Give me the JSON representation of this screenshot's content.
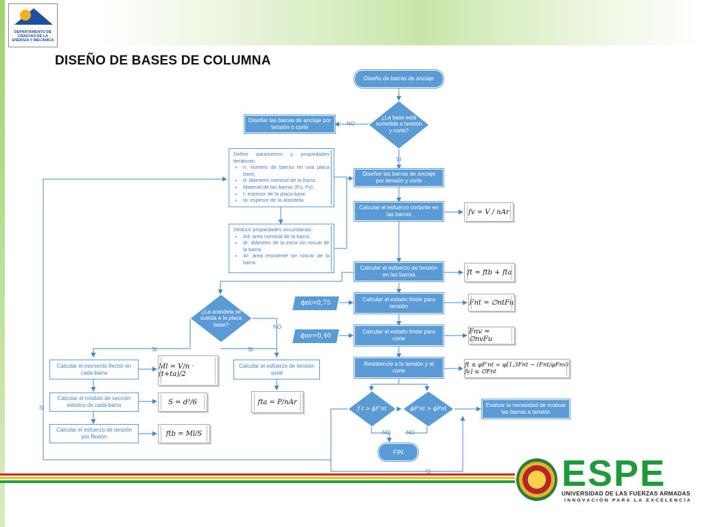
{
  "title": "DISEÑO DE BASES DE COLUMNA",
  "colors": {
    "accent": "#5b9bd5",
    "line": "#4a86c5",
    "brand_green": "#1f9a3a"
  },
  "logo_left": {
    "text": "DEPARTAMENTO DE CIENCIAS DE LA ENERGÍA Y MECÁNICA"
  },
  "logo_right": {
    "word": "ESPE",
    "subtitle": "UNIVERSIDAD DE LAS FUERZAS ARMADAS",
    "tagline": "INNOVACIÓN PARA LA EXCELENCIA"
  },
  "flow": {
    "start": "Diseño de barras de anclaje",
    "decision_tension": "¿La base está sometida a tensión y corte?",
    "no_design": "Diseñar las barras de anclaje por tensión o corte",
    "params_heading": "Definir parámetros y propiedades iterativas:",
    "params": [
      "n: número de barras en una placa base.",
      "d: diámetro nominal de la barra.",
      "Material de las barras (Fu, Fy).",
      "t: espesor de la placa base.",
      "ta: espesor de la arandela."
    ],
    "secondary_heading": "Deducir propiedades secundarias:",
    "secondary": [
      "Ad: área nominal de la barra..",
      "dr: diámetro de la zona sin roscar de la barra.",
      "Ar: área resistente sin roscar de la barra."
    ],
    "design_both": "Diseñar las barras de anclaje por tensión y corte",
    "shear_stress": "Calcular el esfuerzo cortante en las barras",
    "tension_stress": "Calcular el esfuerzo de tensión en las barras",
    "limit_tension": "Calcular el estado límite para tensión",
    "limit_shear": "Calcular el estado límite para corte",
    "resistance": "Resistencia a la tensión y al corte",
    "decision_ft": "f t > ϕF'nt",
    "decision_phi": "ϕF'nt > ϕFnt",
    "evaluate": "Evaluar la necesidad de evaluar las barras a tensión",
    "end": "FIN",
    "decision_washer": "¿La arandela se suelda a la placa base?",
    "bending_moment": "Calcular el momento flector en cada barra",
    "section_modulus": "Calcular el módulo de sección elástico de cada barra",
    "flexural_tension": "Calcular el esfuerzo de tensión por flexión",
    "axial_tension": "Calcular el esfuerzo de tensión axial",
    "phi_nt": "ϕnt=0,75",
    "phi_nv": "ϕnv=0,40"
  },
  "formulas": {
    "fv": "fv = V / nAr",
    "ft": "ft = ftb + fta",
    "fnt": "Fnt = ∅ntFu",
    "fnv": "Fnv = ∅nvFu",
    "interaction": "ft ≤ φF'nt = φ[1,3Fnt − (Fnt/φFnv) fv] ≤ ∅Fnt",
    "ml": "Ml = V/n · (t+ta)/2",
    "s": "S = d³/6",
    "ftb": "ftb = Ml/S",
    "fta": "fta = P/nAr"
  },
  "labels": {
    "si": "SI",
    "no": "NO"
  }
}
